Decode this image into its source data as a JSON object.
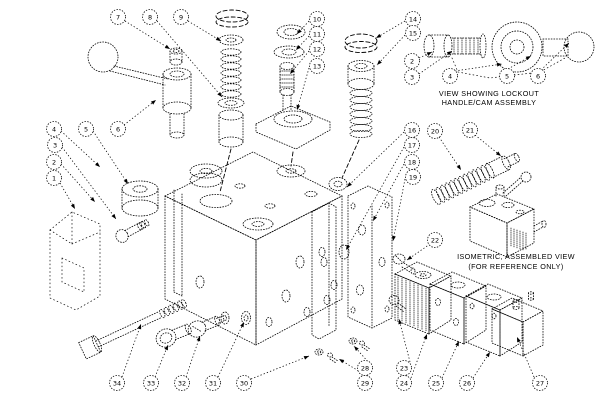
{
  "diagram": {
    "type": "exploded-parts-diagram",
    "colors": {
      "line": "#000000",
      "background": "#ffffff"
    },
    "captions": {
      "lockout_line1": "VIEW SHOWING LOCKOUT",
      "lockout_line2": "HANDLE/CAM ASSEMBLY",
      "iso_line1": "ISOMETRIC, ASSEMBLED VIEW",
      "iso_line2": "(FOR REFERENCE ONLY)"
    },
    "balloons": {
      "b1": "1",
      "b2": "2",
      "b3": "3",
      "b4": "4",
      "b5": "5",
      "b6": "6",
      "b7": "7",
      "b8": "8",
      "b9": "9",
      "b10": "10",
      "b11": "11",
      "b12": "12",
      "b13": "13",
      "b14": "14",
      "b15": "15",
      "b16": "16",
      "b17": "17",
      "b18": "18",
      "b19": "19",
      "b20": "20",
      "b21": "21",
      "b22": "22",
      "b23": "23",
      "b24": "24",
      "b25": "25",
      "b26": "26",
      "b27": "27",
      "b28": "28",
      "b29": "29",
      "b30": "30",
      "b31": "31",
      "b32": "32",
      "b33": "33",
      "b34": "34",
      "v2": "2",
      "v3": "3",
      "v4": "4",
      "v5": "5",
      "v6": "6"
    }
  }
}
